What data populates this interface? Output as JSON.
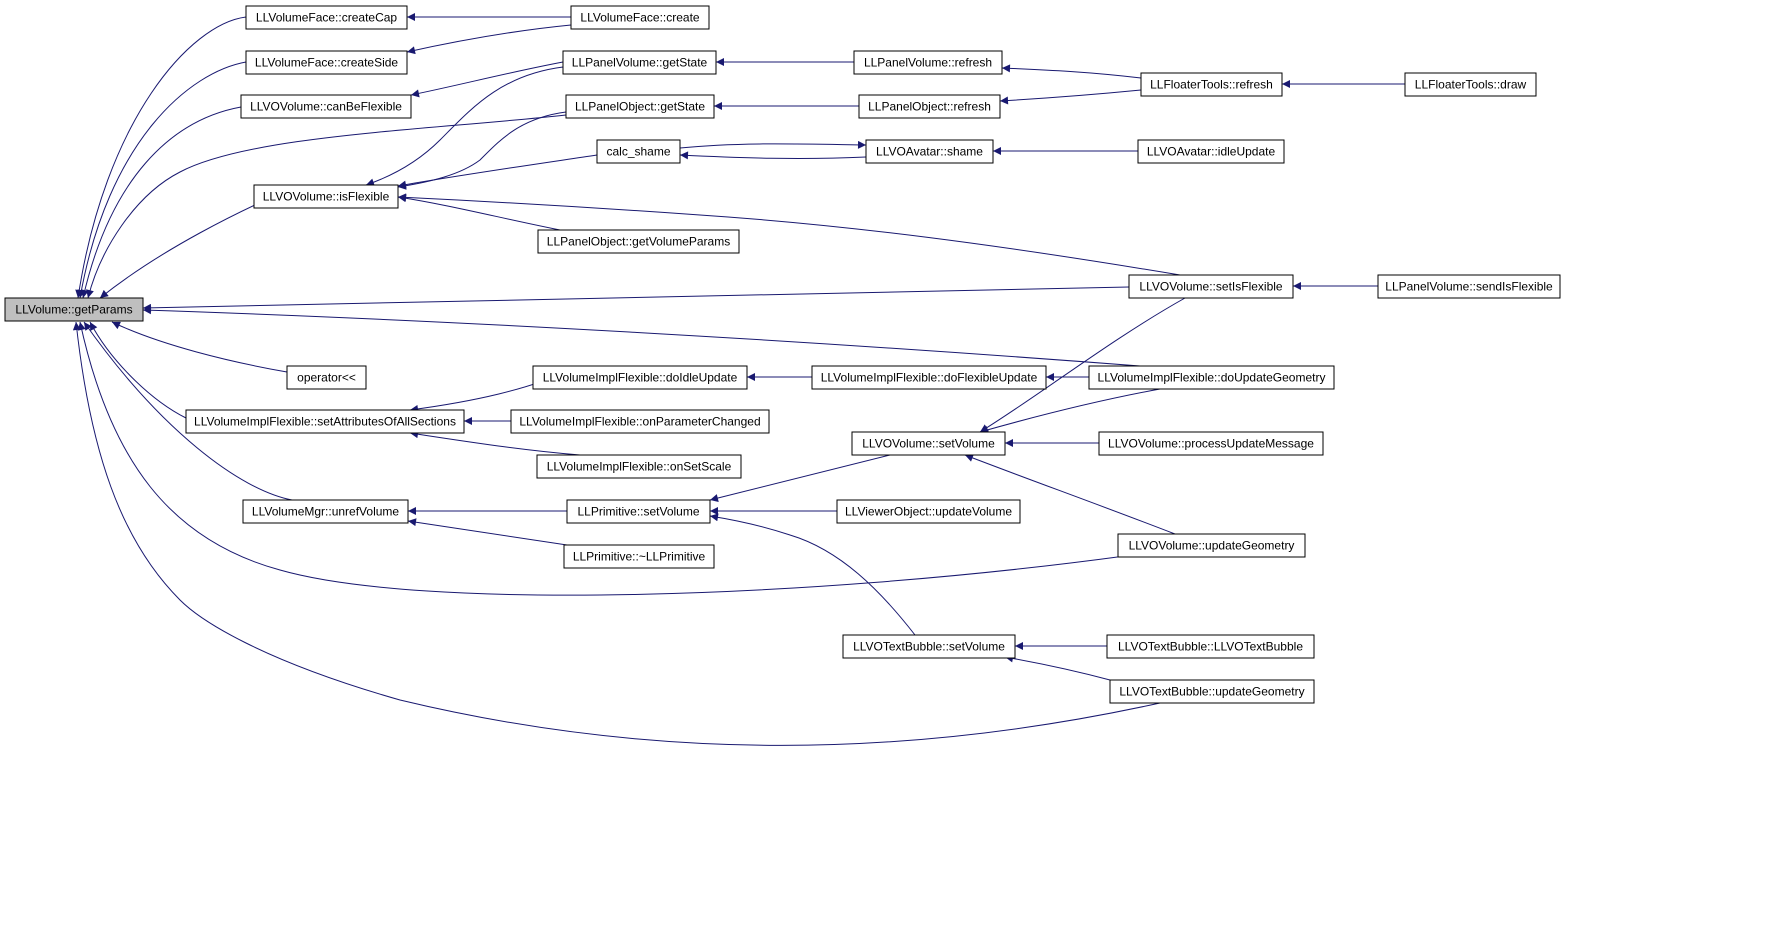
{
  "colors": {
    "edge": "#191970",
    "root_fill": "#bfbfbf",
    "node_fill": "#ffffff",
    "node_border": "#000000"
  },
  "nodes": [
    {
      "id": "getParams",
      "label": "LLVolume::getParams",
      "root": true
    },
    {
      "id": "createCap",
      "label": "LLVolumeFace::createCap"
    },
    {
      "id": "createSide",
      "label": "LLVolumeFace::createSide"
    },
    {
      "id": "canBeFlexible",
      "label": "LLVOVolume::canBeFlexible"
    },
    {
      "id": "isFlexible",
      "label": "LLVOVolume::isFlexible"
    },
    {
      "id": "operatorLL",
      "label": "operator<<"
    },
    {
      "id": "setAttributes",
      "label": "LLVolumeImplFlexible::setAttributesOfAllSections"
    },
    {
      "id": "unrefVolume",
      "label": "LLVolumeMgr::unrefVolume"
    },
    {
      "id": "faceCreate",
      "label": "LLVolumeFace::create"
    },
    {
      "id": "panelVolGetState",
      "label": "LLPanelVolume::getState"
    },
    {
      "id": "panelObjGetState",
      "label": "LLPanelObject::getState"
    },
    {
      "id": "calcShame",
      "label": "calc_shame"
    },
    {
      "id": "getVolumeParams",
      "label": "LLPanelObject::getVolumeParams"
    },
    {
      "id": "doIdleUpdate",
      "label": "LLVolumeImplFlexible::doIdleUpdate"
    },
    {
      "id": "onParameterChanged",
      "label": "LLVolumeImplFlexible::onParameterChanged"
    },
    {
      "id": "onSetScale",
      "label": "LLVolumeImplFlexible::onSetScale"
    },
    {
      "id": "primSetVolume",
      "label": "LLPrimitive::setVolume"
    },
    {
      "id": "primDtor",
      "label": "LLPrimitive::~LLPrimitive"
    },
    {
      "id": "panelVolRefresh",
      "label": "LLPanelVolume::refresh"
    },
    {
      "id": "panelObjRefresh",
      "label": "LLPanelObject::refresh"
    },
    {
      "id": "avatarShame",
      "label": "LLVOAvatar::shame"
    },
    {
      "id": "doFlexibleUpdate",
      "label": "LLVolumeImplFlexible::doFlexibleUpdate"
    },
    {
      "id": "voSetVolume",
      "label": "LLVOVolume::setVolume"
    },
    {
      "id": "viewerUpdateVolume",
      "label": "LLViewerObject::updateVolume"
    },
    {
      "id": "textBubbleSetVolume",
      "label": "LLVOTextBubble::setVolume"
    },
    {
      "id": "floaterRefresh",
      "label": "LLFloaterTools::refresh"
    },
    {
      "id": "avatarIdleUpdate",
      "label": "LLVOAvatar::idleUpdate"
    },
    {
      "id": "setIsFlexible",
      "label": "LLVOVolume::setIsFlexible"
    },
    {
      "id": "doUpdateGeometry",
      "label": "LLVolumeImplFlexible::doUpdateGeometry"
    },
    {
      "id": "processUpdateMessage",
      "label": "LLVOVolume::processUpdateMessage"
    },
    {
      "id": "voUpdateGeometry",
      "label": "LLVOVolume::updateGeometry"
    },
    {
      "id": "textBubbleCtor",
      "label": "LLVOTextBubble::LLVOTextBubble"
    },
    {
      "id": "textBubbleUpdateGeometry",
      "label": "LLVOTextBubble::updateGeometry"
    },
    {
      "id": "floaterDraw",
      "label": "LLFloaterTools::draw"
    },
    {
      "id": "sendIsFlexible",
      "label": "LLPanelVolume::sendIsFlexible"
    }
  ],
  "edges": [
    {
      "from": "createCap",
      "to": "getParams"
    },
    {
      "from": "createSide",
      "to": "getParams"
    },
    {
      "from": "canBeFlexible",
      "to": "getParams"
    },
    {
      "from": "panelObjGetState",
      "to": "getParams"
    },
    {
      "from": "isFlexible",
      "to": "getParams"
    },
    {
      "from": "setIsFlexible",
      "to": "getParams"
    },
    {
      "from": "doUpdateGeometry",
      "to": "getParams"
    },
    {
      "from": "operatorLL",
      "to": "getParams"
    },
    {
      "from": "setAttributes",
      "to": "getParams"
    },
    {
      "from": "unrefVolume",
      "to": "getParams"
    },
    {
      "from": "voUpdateGeometry",
      "to": "getParams"
    },
    {
      "from": "textBubbleUpdateGeometry",
      "to": "getParams"
    },
    {
      "from": "faceCreate",
      "to": "createCap"
    },
    {
      "from": "faceCreate",
      "to": "createSide"
    },
    {
      "from": "panelVolGetState",
      "to": "canBeFlexible"
    },
    {
      "from": "panelVolGetState",
      "to": "isFlexible"
    },
    {
      "from": "panelObjGetState",
      "to": "isFlexible"
    },
    {
      "from": "calcShame",
      "to": "isFlexible"
    },
    {
      "from": "getVolumeParams",
      "to": "isFlexible"
    },
    {
      "from": "setIsFlexible",
      "to": "isFlexible"
    },
    {
      "from": "doIdleUpdate",
      "to": "setAttributes"
    },
    {
      "from": "onParameterChanged",
      "to": "setAttributes"
    },
    {
      "from": "onSetScale",
      "to": "setAttributes"
    },
    {
      "from": "primSetVolume",
      "to": "unrefVolume"
    },
    {
      "from": "primDtor",
      "to": "unrefVolume"
    },
    {
      "from": "panelVolRefresh",
      "to": "panelVolGetState"
    },
    {
      "from": "panelObjRefresh",
      "to": "panelObjGetState"
    },
    {
      "from": "calcShame",
      "to": "avatarShame"
    },
    {
      "from": "avatarShame",
      "to": "calcShame"
    },
    {
      "from": "doFlexibleUpdate",
      "to": "doIdleUpdate"
    },
    {
      "from": "voSetVolume",
      "to": "primSetVolume"
    },
    {
      "from": "viewerUpdateVolume",
      "to": "primSetVolume"
    },
    {
      "from": "textBubbleSetVolume",
      "to": "primSetVolume"
    },
    {
      "from": "floaterRefresh",
      "to": "panelVolRefresh"
    },
    {
      "from": "floaterRefresh",
      "to": "panelObjRefresh"
    },
    {
      "from": "avatarIdleUpdate",
      "to": "avatarShame"
    },
    {
      "from": "doUpdateGeometry",
      "to": "doFlexibleUpdate"
    },
    {
      "from": "setIsFlexible",
      "to": "voSetVolume"
    },
    {
      "from": "doUpdateGeometry",
      "to": "voSetVolume"
    },
    {
      "from": "processUpdateMessage",
      "to": "voSetVolume"
    },
    {
      "from": "voUpdateGeometry",
      "to": "voSetVolume"
    },
    {
      "from": "textBubbleCtor",
      "to": "textBubbleSetVolume"
    },
    {
      "from": "textBubbleUpdateGeometry",
      "to": "textBubbleSetVolume"
    },
    {
      "from": "floaterDraw",
      "to": "floaterRefresh"
    },
    {
      "from": "sendIsFlexible",
      "to": "setIsFlexible"
    }
  ]
}
